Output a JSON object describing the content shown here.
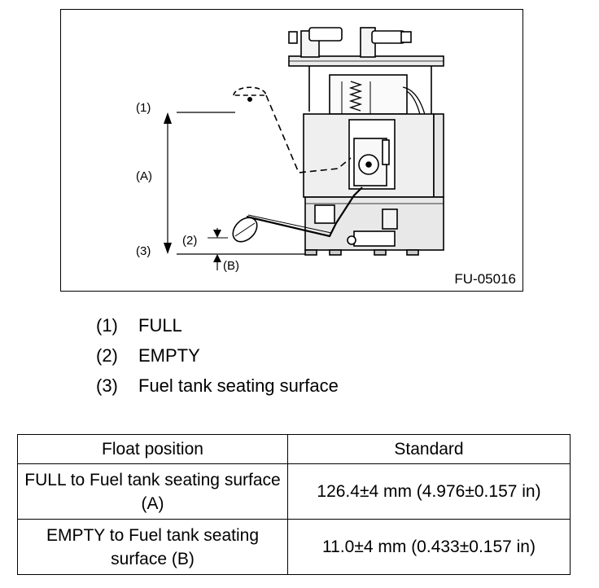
{
  "figure": {
    "id": "FU-05016",
    "labels": {
      "full": "(1)",
      "distance_a": "(A)",
      "empty": "(2)",
      "seating": "(3)",
      "distance_b": "(B)"
    }
  },
  "legend": [
    {
      "num": "(1)",
      "text": "FULL"
    },
    {
      "num": "(2)",
      "text": "EMPTY"
    },
    {
      "num": "(3)",
      "text": "Fuel tank seating surface"
    }
  ],
  "table": {
    "headers": [
      "Float position",
      "Standard"
    ],
    "rows": [
      [
        "FULL to Fuel tank seating surface (A)",
        "126.4±4 mm (4.976±0.157 in)"
      ],
      [
        "EMPTY to Fuel tank seating surface (B)",
        "11.0±4 mm (0.433±0.157 in)"
      ]
    ]
  }
}
